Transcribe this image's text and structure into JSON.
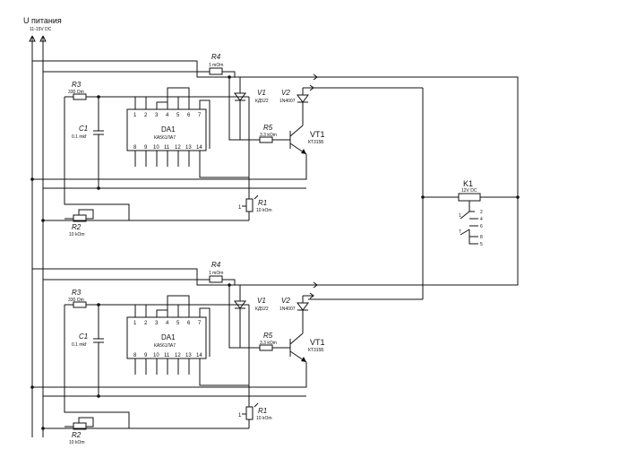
{
  "supply": {
    "title": "U питания",
    "range": "11-15V DC"
  },
  "relay": {
    "name": "K1",
    "value": "12V DC"
  },
  "channels": [
    {
      "ic": {
        "name": "DA1",
        "part": "КА561ЛА7",
        "top_pins": [
          "1",
          "2",
          "3",
          "4",
          "5",
          "6",
          "7"
        ],
        "bottom_pins": [
          "8",
          "9",
          "10",
          "11",
          "12",
          "13",
          "14"
        ]
      },
      "r1": {
        "name": "R1",
        "value": "10 kOm"
      },
      "r2": {
        "name": "R2",
        "value": "10 kOm"
      },
      "r3": {
        "name": "R3",
        "value": "330 Om"
      },
      "r4": {
        "name": "R4",
        "value": "1 mOm"
      },
      "r5": {
        "name": "R5",
        "value": "3.3 kOm"
      },
      "c1": {
        "name": "C1",
        "value": "0.1 mkf"
      },
      "v1": {
        "name": "V1",
        "value": "КД522"
      },
      "v2": {
        "name": "V2",
        "value": "1N4007"
      },
      "vt1": {
        "name": "VT1",
        "value": "КТ315Б"
      },
      "pot_pin": "1"
    },
    {
      "ic": {
        "name": "DA1",
        "part": "КА561ЛА7",
        "top_pins": [
          "1",
          "2",
          "3",
          "4",
          "5",
          "6",
          "7"
        ],
        "bottom_pins": [
          "8",
          "9",
          "10",
          "11",
          "12",
          "13",
          "14"
        ]
      },
      "r1": {
        "name": "R1",
        "value": "10 kOm"
      },
      "r2": {
        "name": "R2",
        "value": "10 kOm"
      },
      "r3": {
        "name": "R3",
        "value": "330 Om"
      },
      "r4": {
        "name": "R4",
        "value": "1 mOm"
      },
      "r5": {
        "name": "R5",
        "value": "3.3 kOm"
      },
      "c1": {
        "name": "C1",
        "value": "0.1 mkf"
      },
      "v1": {
        "name": "V1",
        "value": "КД522"
      },
      "v2": {
        "name": "V2",
        "value": "1N4007"
      },
      "vt1": {
        "name": "VT1",
        "value": "КТ315Б"
      },
      "pot_pin": "1"
    }
  ]
}
